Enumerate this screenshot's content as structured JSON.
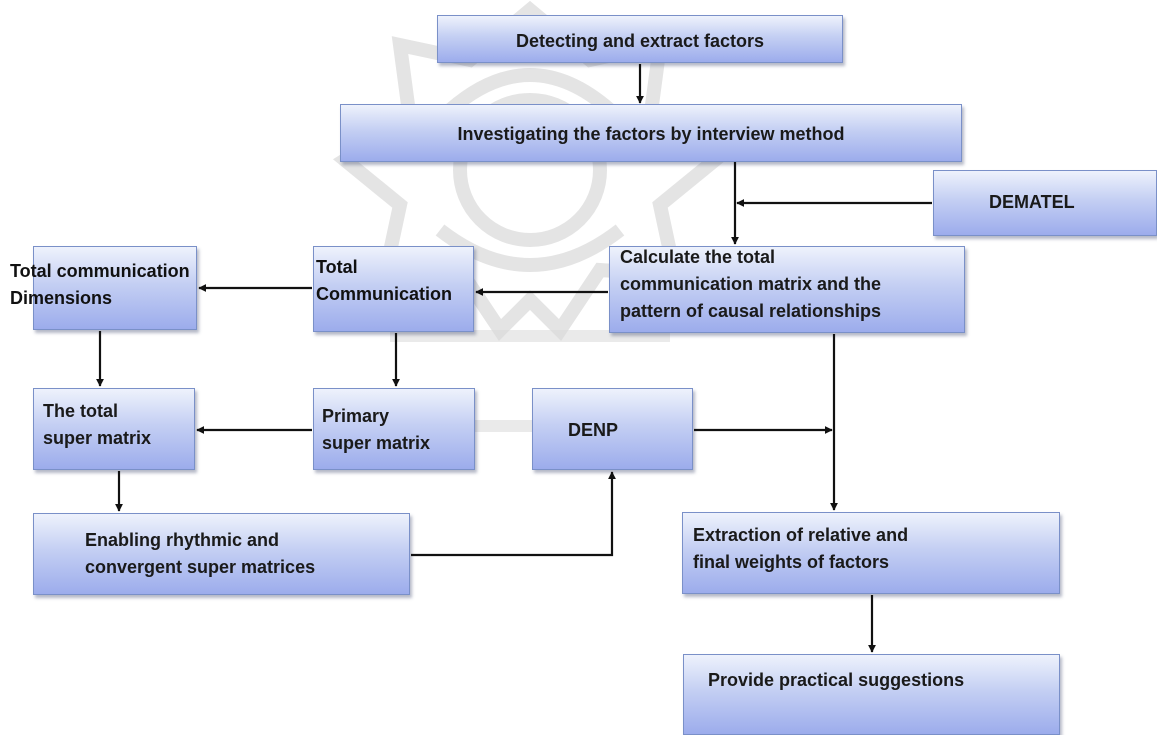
{
  "nodes": {
    "detect": "Detecting and extract factors",
    "investigate": "Investigating the factors by interview method",
    "dematel": "DEMATEL",
    "calculate": "Calculate the total\ncommunication matrix and the\npattern of causal relationships",
    "total_comm": "Total\nCommunication",
    "total_comm_dim": "Total communication\nDimensions",
    "total_super": "The total\nsuper matrix",
    "primary_super": "Primary\nsuper matrix",
    "denp": "DENP",
    "enabling": "Enabling rhythmic and\nconvergent super matrices",
    "extraction": "Extraction of relative and\nfinal weights of factors",
    "provide": "Provide practical suggestions"
  },
  "colors": {
    "box_border": "#7a90c8",
    "box_fill_top": "#eef2fc",
    "box_fill_bottom": "#9cacec",
    "arrow": "#111111",
    "watermark": "#d9d9d9"
  }
}
